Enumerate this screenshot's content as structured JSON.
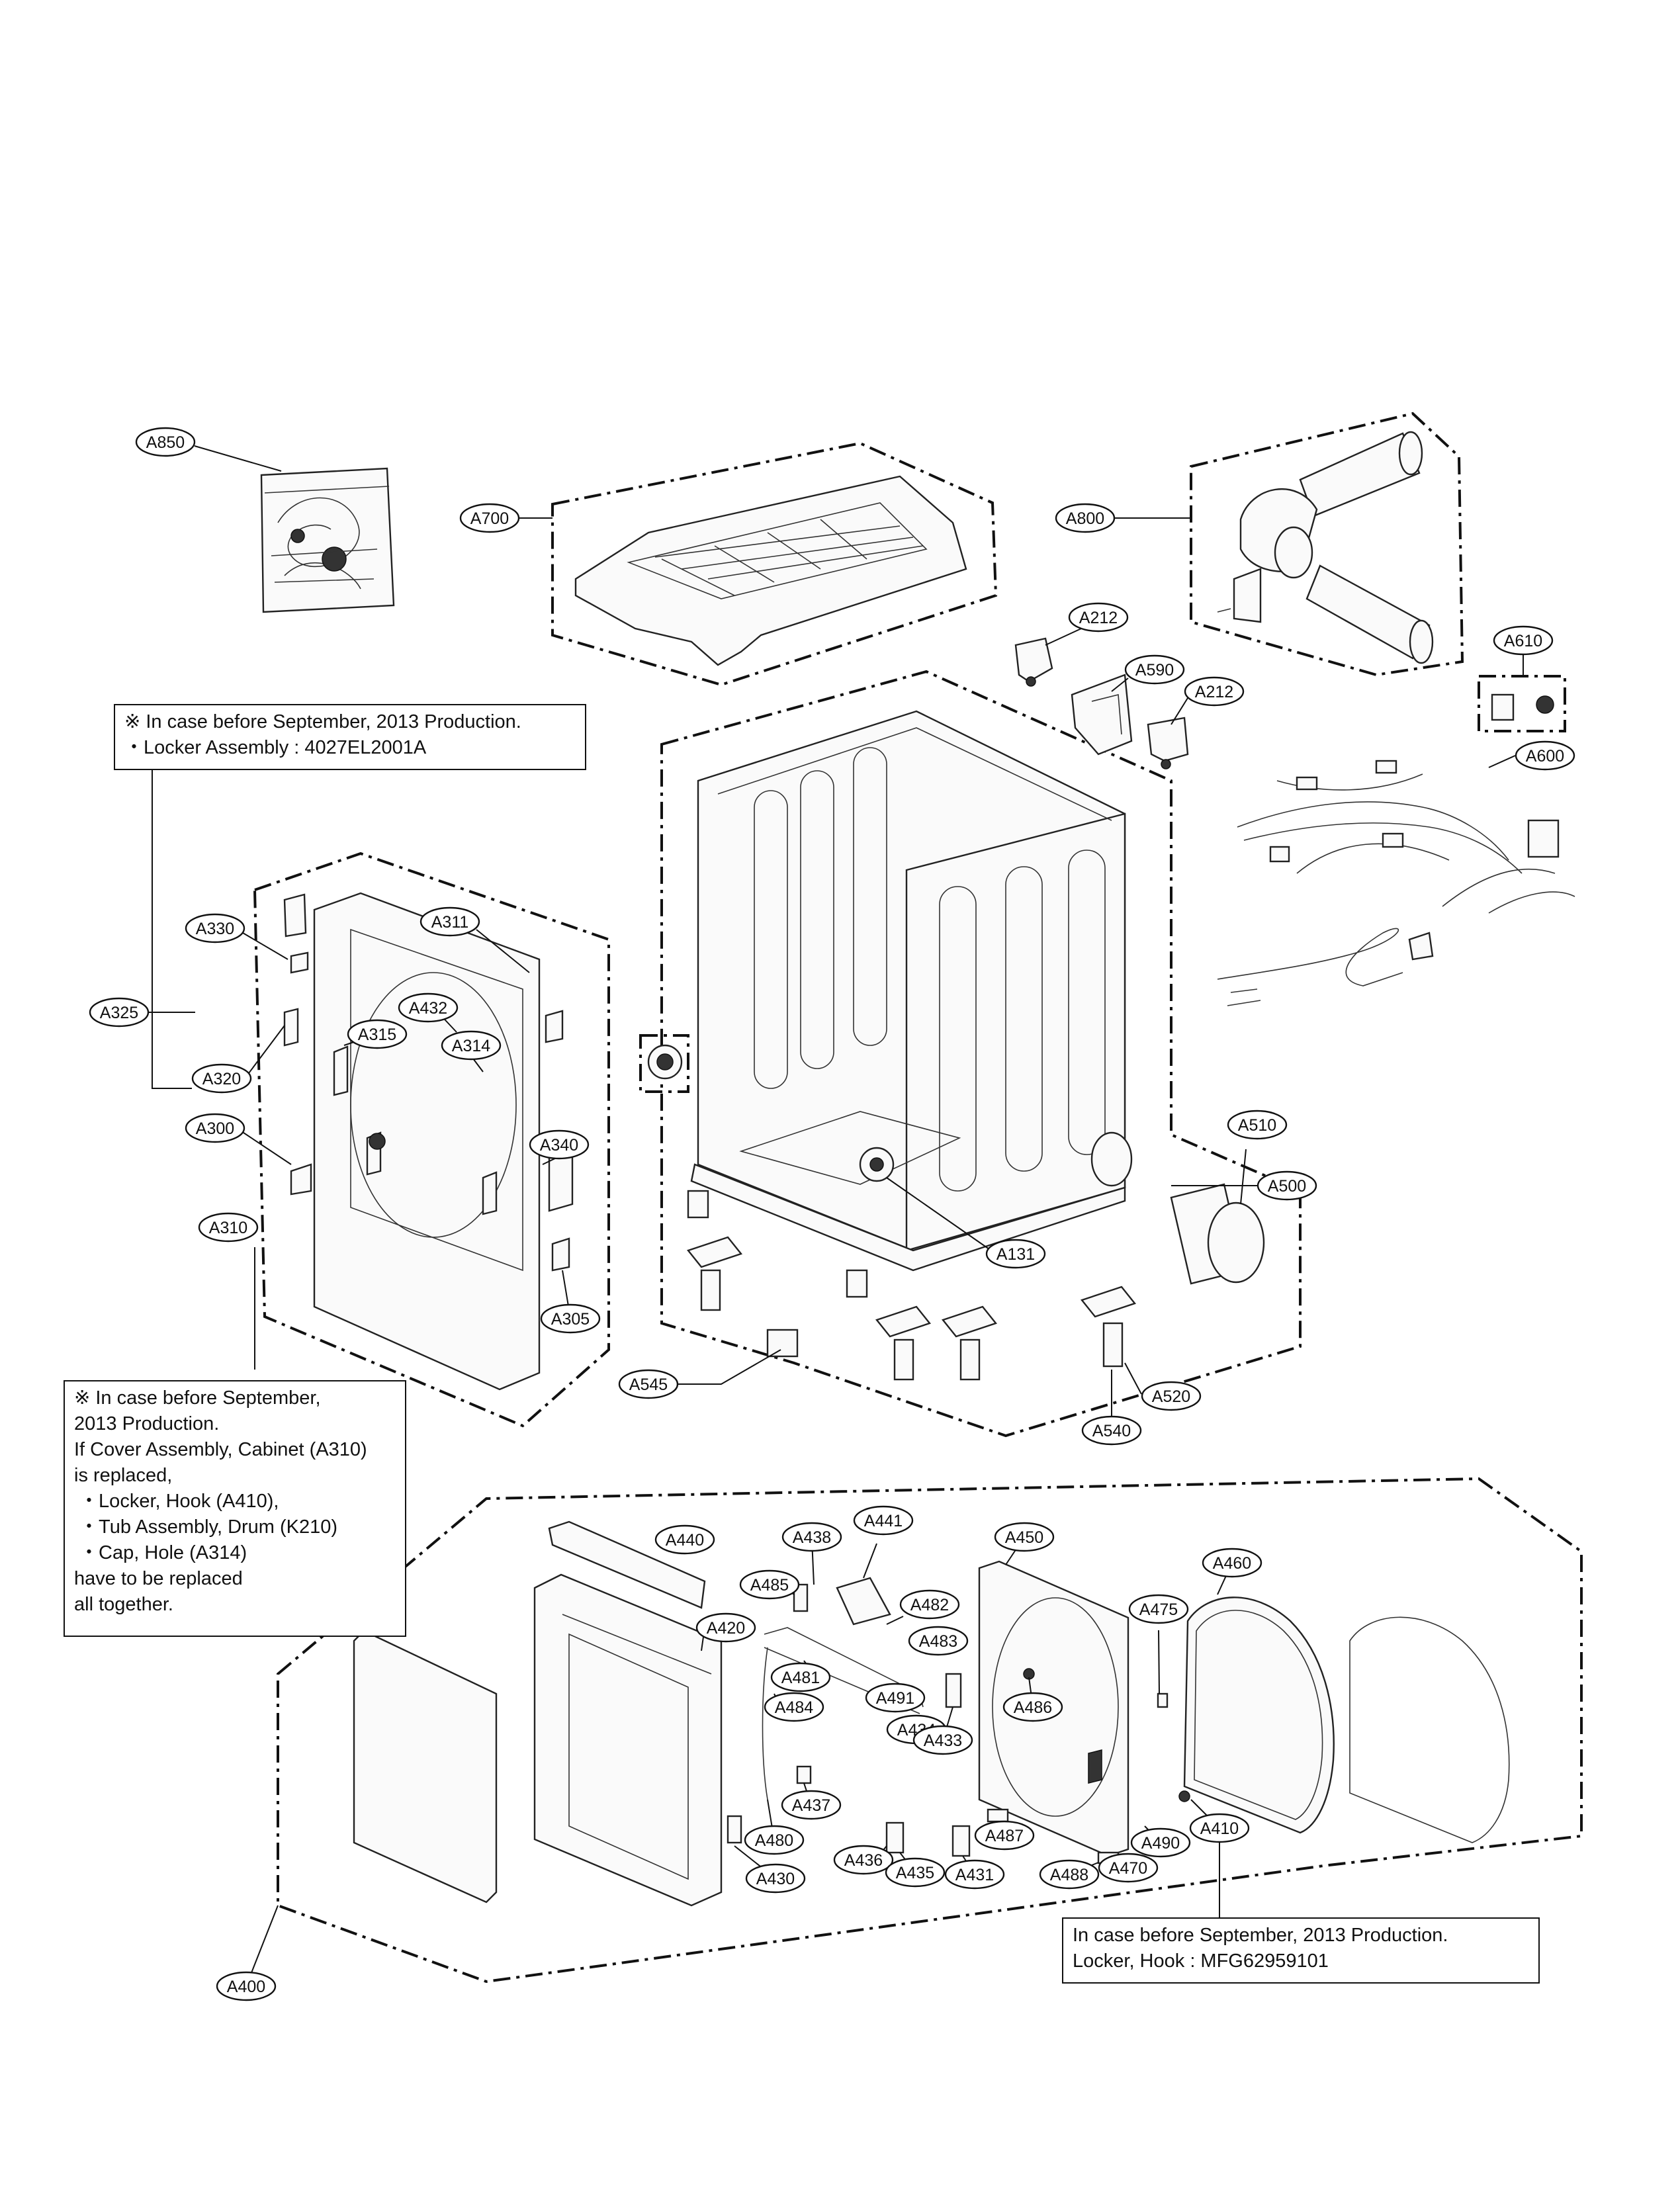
{
  "labels": [
    {
      "id": "A850",
      "text": "A850"
    },
    {
      "id": "A700",
      "text": "A700"
    },
    {
      "id": "A800",
      "text": "A800"
    },
    {
      "id": "A212a",
      "text": "A212"
    },
    {
      "id": "A590",
      "text": "A590"
    },
    {
      "id": "A212b",
      "text": "A212"
    },
    {
      "id": "A610",
      "text": "A610"
    },
    {
      "id": "A600",
      "text": "A600"
    },
    {
      "id": "A330",
      "text": "A330"
    },
    {
      "id": "A311",
      "text": "A311"
    },
    {
      "id": "A432",
      "text": "A432"
    },
    {
      "id": "A325",
      "text": "A325"
    },
    {
      "id": "A315",
      "text": "A315"
    },
    {
      "id": "A314",
      "text": "A314"
    },
    {
      "id": "A320",
      "text": "A320"
    },
    {
      "id": "A300",
      "text": "A300"
    },
    {
      "id": "A340",
      "text": "A340"
    },
    {
      "id": "A310",
      "text": "A310"
    },
    {
      "id": "A305",
      "text": "A305"
    },
    {
      "id": "A500",
      "text": "A500"
    },
    {
      "id": "A510",
      "text": "A510"
    },
    {
      "id": "A131",
      "text": "A131"
    },
    {
      "id": "A545",
      "text": "A545"
    },
    {
      "id": "A520",
      "text": "A520"
    },
    {
      "id": "A540",
      "text": "A540"
    },
    {
      "id": "A440",
      "text": "A440"
    },
    {
      "id": "A438",
      "text": "A438"
    },
    {
      "id": "A441",
      "text": "A441"
    },
    {
      "id": "A450",
      "text": "A450"
    },
    {
      "id": "A460",
      "text": "A460"
    },
    {
      "id": "A485",
      "text": "A485"
    },
    {
      "id": "A482",
      "text": "A482"
    },
    {
      "id": "A420",
      "text": "A420"
    },
    {
      "id": "A483",
      "text": "A483"
    },
    {
      "id": "A475",
      "text": "A475"
    },
    {
      "id": "A481",
      "text": "A481"
    },
    {
      "id": "A491",
      "text": "A491"
    },
    {
      "id": "A486",
      "text": "A486"
    },
    {
      "id": "A484",
      "text": "A484"
    },
    {
      "id": "A434",
      "text": "A434"
    },
    {
      "id": "A433",
      "text": "A433"
    },
    {
      "id": "A437",
      "text": "A437"
    },
    {
      "id": "A487",
      "text": "A487"
    },
    {
      "id": "A410",
      "text": "A410"
    },
    {
      "id": "A480",
      "text": "A480"
    },
    {
      "id": "A490",
      "text": "A490"
    },
    {
      "id": "A436",
      "text": "A436"
    },
    {
      "id": "A435",
      "text": "A435"
    },
    {
      "id": "A431",
      "text": "A431"
    },
    {
      "id": "A488",
      "text": "A488"
    },
    {
      "id": "A470",
      "text": "A470"
    },
    {
      "id": "A430",
      "text": "A430"
    },
    {
      "id": "A400",
      "text": "A400"
    }
  ],
  "notes": {
    "locker_assembly": {
      "lines": [
        "※ In case before September, 2013 Production.",
        "・Locker Assembly : 4027EL2001A"
      ]
    },
    "cabinet": {
      "lines": [
        "※ In case before September,",
        "2013 Production.",
        "If Cover Assembly, Cabinet (A310)",
        "is replaced,",
        " ・Locker, Hook (A410),",
        " ・Tub Assembly, Drum (K210)",
        " ・Cap, Hole (A314)",
        "have to be replaced",
        "all together."
      ]
    },
    "locker_hook": {
      "lines": [
        "In case before September, 2013 Production.",
        "Locker, Hook : MFG62959101"
      ]
    }
  }
}
